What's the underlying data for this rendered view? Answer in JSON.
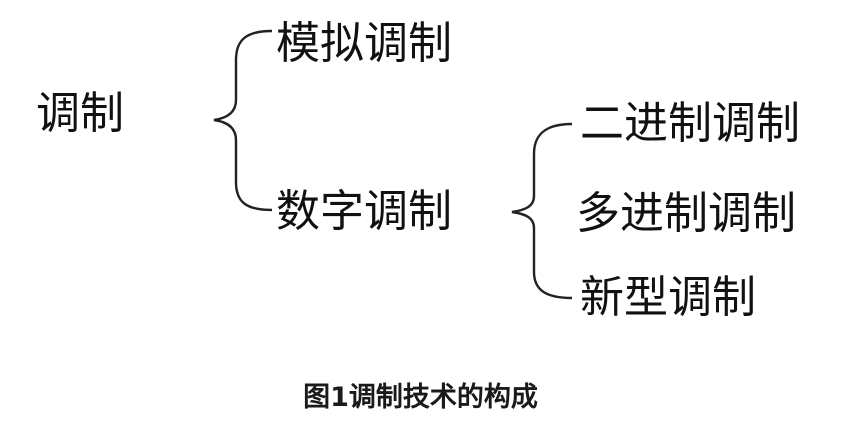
{
  "diagram": {
    "root": "调制",
    "level1": {
      "analog": "模拟调制",
      "digital": "数字调制"
    },
    "digital_children": {
      "binary": "二进制调制",
      "mary": "多进制调制",
      "new": "新型调制"
    }
  },
  "caption": "图1调制技术的构成",
  "colors": {
    "text": "#111111",
    "line": "#222222",
    "background": "#ffffff"
  }
}
